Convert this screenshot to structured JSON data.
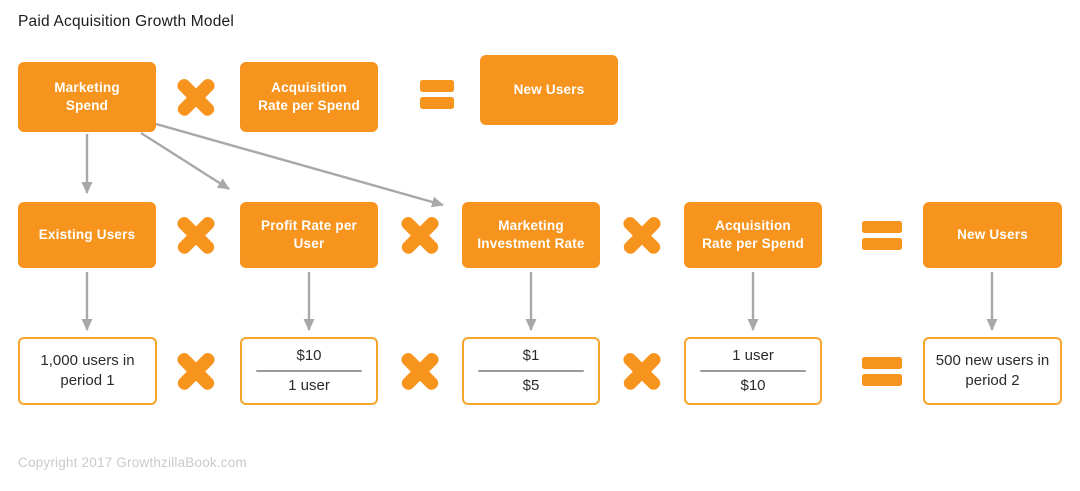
{
  "title": "Paid Acquisition Growth Model",
  "footer": {
    "copyright": "Copyright 2017 GrowthzillaBook.com"
  },
  "colors": {
    "accent-orange": "#F7941E",
    "value-border": "#F5A42C",
    "arrow-gray": "#A8A8A8",
    "divider-gray": "#9B9B9B",
    "title-text": "#1C1C1C",
    "copyright-text": "#CACACA"
  },
  "formula_row": {
    "marketing_spend": "Marketing\nSpend",
    "acquisition_rate": "Acquisition\nRate per Spend",
    "new_users": "New Users"
  },
  "expanded_row": {
    "existing_users": "Existing Users",
    "profit_rate": "Profit Rate per\nUser",
    "marketing_investment_rate": "Marketing\nInvestment Rate",
    "acquisition_rate": "Acquisition\nRate per Spend",
    "new_users": "New Users"
  },
  "values_row": {
    "existing_users_value": "1,000 users in\nperiod 1",
    "profit_rate_fraction": {
      "numerator": "$10",
      "denominator": "1 user"
    },
    "marketing_investment_fraction": {
      "numerator": "$1",
      "denominator": "$5"
    },
    "acquisition_rate_fraction": {
      "numerator": "1 user",
      "denominator": "$10"
    },
    "new_users_value": "500 new users in\nperiod 2"
  }
}
